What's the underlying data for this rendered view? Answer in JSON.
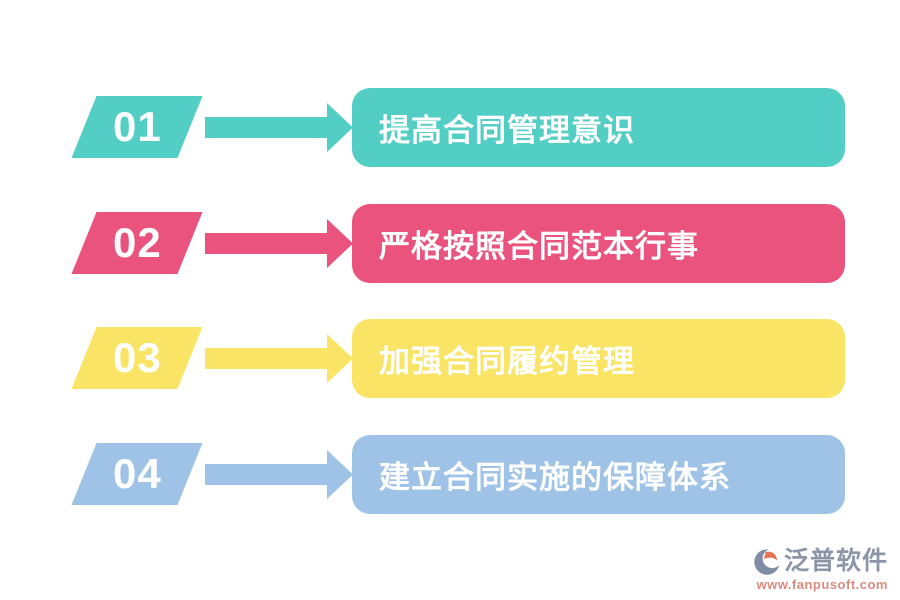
{
  "page": {
    "background": "#ffffff"
  },
  "steps": [
    {
      "number": "01",
      "label": "提高合同管理意识",
      "color": "#53CEC5"
    },
    {
      "number": "02",
      "label": "严格按照合同范本行事",
      "color": "#E9537D"
    },
    {
      "number": "03",
      "label": "加强合同履约管理",
      "color": "#FAE466"
    },
    {
      "number": "04",
      "label": "建立合同实施的保障体系",
      "color": "#9FC3E7"
    }
  ],
  "watermark": {
    "brand": "泛普软件",
    "url": "www.fanpusoft.com",
    "brand_color": "#8C96A8",
    "url_color": "#D98B7E",
    "icon": "fanpu-logo-icon",
    "icon_primary_color": "#7F8CA3",
    "icon_accent_color": "#E2744F"
  }
}
